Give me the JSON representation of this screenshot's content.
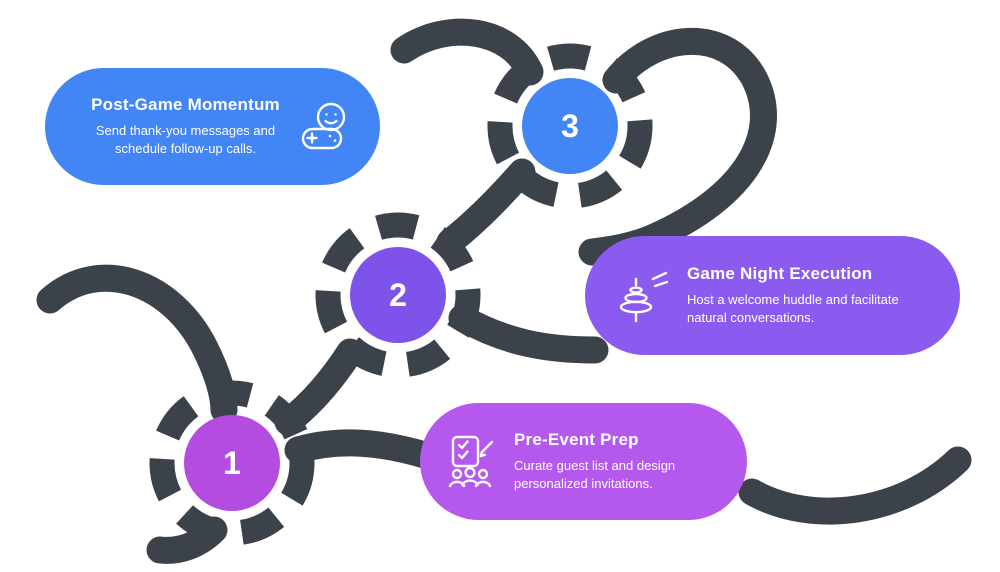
{
  "steps": [
    {
      "number": "1",
      "title": "Pre-Event Prep",
      "description": "Curate guest list and design personalized invitations.",
      "icon": "checklist-people-icon",
      "card_color": "#b558ee",
      "circle_color": "#b44ce0"
    },
    {
      "number": "2",
      "title": "Game Night Execution",
      "description": "Host a welcome huddle and facilitate natural conversations.",
      "icon": "spinning-top-icon",
      "card_color": "#8b5bf0",
      "circle_color": "#7d53e9"
    },
    {
      "number": "3",
      "title": "Post-Game Momentum",
      "description": "Send thank-you messages and schedule follow-up calls.",
      "icon": "game-controller-icon",
      "card_color": "#4285f4",
      "circle_color": "#4285f4"
    }
  ],
  "connector_color": "#3b4249"
}
